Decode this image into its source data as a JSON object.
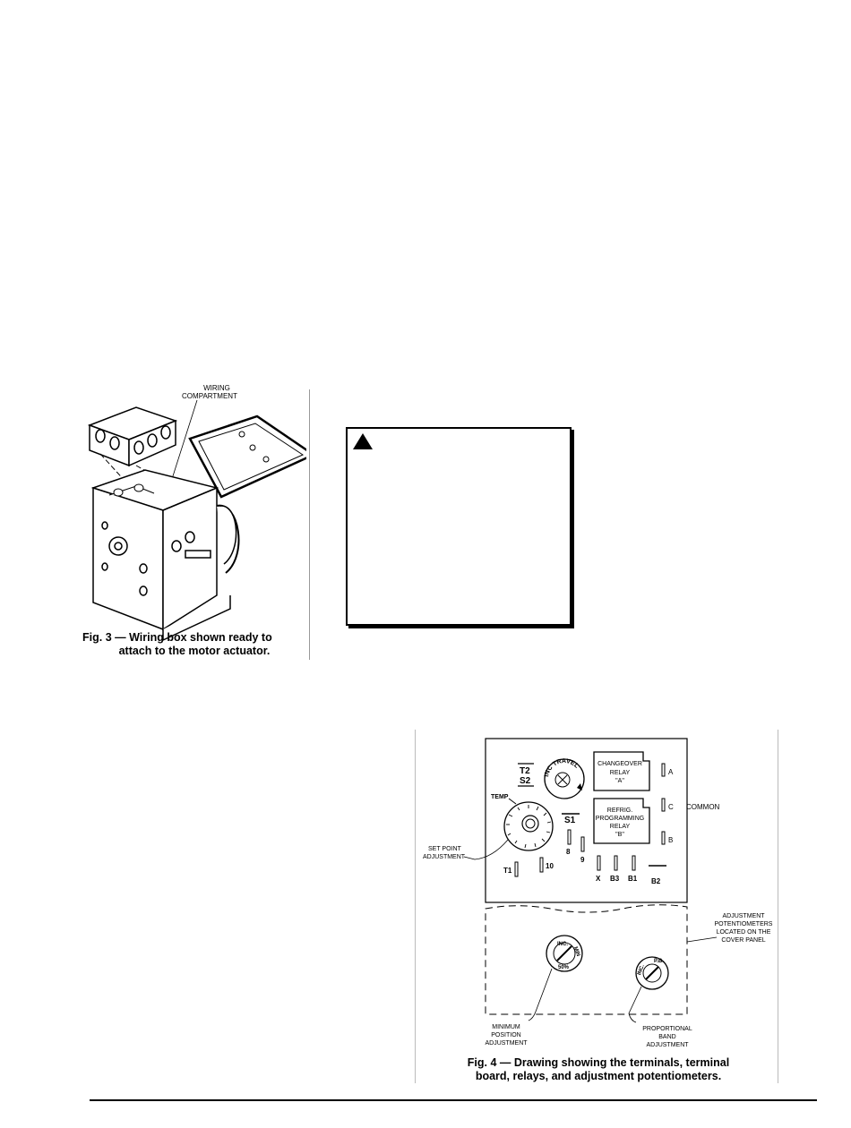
{
  "figure3": {
    "callout": "WIRING COMPARTMENT",
    "caption_line1": "Fig. 3 — Wiring box shown ready to",
    "caption_line2": "attach to the motor actuator."
  },
  "warning": {
    "icon": "warning-triangle-icon"
  },
  "figure4": {
    "terminals": {
      "t2": "T2",
      "s2": "S2",
      "temp": "TEMP",
      "s1": "S1",
      "t8": "8",
      "t9": "9",
      "t1": "T1",
      "t10": "10",
      "x": "X",
      "b3": "B3",
      "b1": "B1",
      "b2": "B2",
      "a": "A",
      "c": "C",
      "b": "B"
    },
    "dial_inc_travel": "INC TRAVEL",
    "relay_a": {
      "line1": "CHANGEOVER",
      "line2": "RELAY",
      "line3": "\"A\""
    },
    "relay_b": {
      "line1": "REFRIG.",
      "line2": "PROGRAMMING",
      "line3": "RELAY",
      "line4": "\"B\""
    },
    "common_label": "COMMON",
    "setpoint_label": {
      "line1": "SET POINT",
      "line2": "ADJUSTMENT"
    },
    "pots_label": {
      "line1": "ADJUSTMENT",
      "line2": "POTENTIOMETERS",
      "line3": "LOCATED ON THE",
      "line4": "COVER PANEL"
    },
    "min_pos_label": {
      "line1": "MINIMUM",
      "line2": "POSITION",
      "line3": "ADJUSTMENT"
    },
    "prop_band_label": {
      "line1": "PROPORTIONAL",
      "line2": "BAND",
      "line3": "ADJUSTMENT"
    },
    "pot1_text": {
      "inc": "INC.",
      "min": "MIN",
      "pct": "50%"
    },
    "pot2_text": {
      "inc": "INC.",
      "pb": "P.B."
    },
    "caption_line1": "Fig. 4 — Drawing showing the terminals, terminal",
    "caption_line2": "board, relays, and adjustment potentiometers."
  }
}
